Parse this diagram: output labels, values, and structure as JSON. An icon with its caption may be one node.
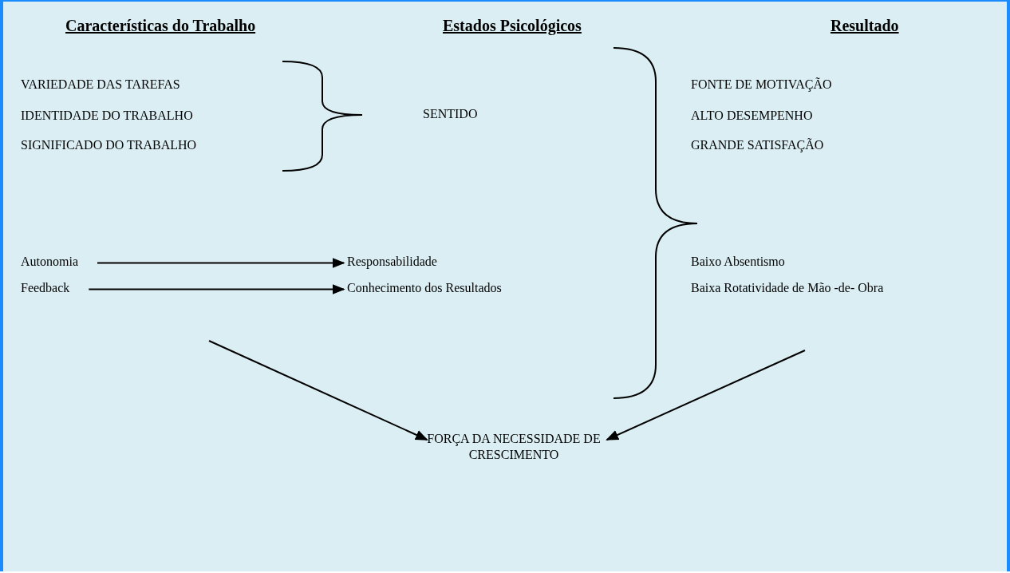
{
  "diagram": {
    "nodes": [
      {
        "text": [
          "Autonomia"
        ]
      },
      {
        "text": [
          "Responsabilidade"
        ]
      },
      {
        "text": [
          "Feedback"
        ]
      },
      {
        "text": [
          "Conhecimento dos Resultados"
        ]
      },
      {
        "text": [
          "FORÇA DA NECESSIDADE DE CRESCIMENTO"
        ]
      }
    ],
    "edges": [
      {
        "from": 0,
        "to": 1,
        "arrow": "to"
      },
      {
        "from": 2,
        "to": 3,
        "arrow": "to"
      },
      {
        "from": null,
        "to": 4,
        "arrow": "to"
      },
      {
        "from": null,
        "to": 4,
        "arrow": "to"
      }
    ],
    "labels": [
      "Características do Trabalho",
      "Estados Psicológicos",
      "Resultado",
      "VARIEDADE DAS TAREFAS",
      "FONTE DE MOTIVAÇÃO",
      "IDENTIDADE DO TRABALHO",
      "SENTIDO",
      "ALTO DESEMPENHO",
      "SIGNIFICADO DO TRABALHO",
      "GRANDE SATISFAÇÃO",
      "Baixo Absentismo",
      "Baixa Rotatividade de Mão -de- Obra"
    ]
  }
}
